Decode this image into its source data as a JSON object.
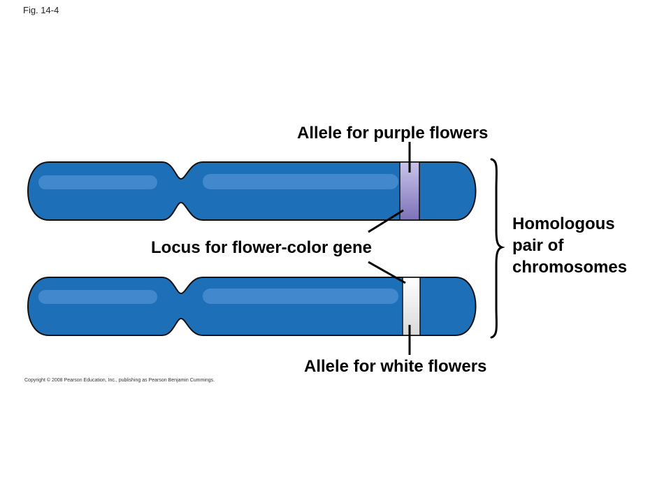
{
  "figure_label": "Fig. 14-4",
  "labels": {
    "purple_allele": "Allele for purple flowers",
    "locus": "Locus for flower-color gene",
    "white_allele": "Allele for white flowers",
    "homologous_line1": "Homologous",
    "homologous_line2": "pair of",
    "homologous_line3": "chromosomes"
  },
  "copyright": "Copyright © 2008 Pearson Education, Inc., publishing as Pearson Benjamin Cummings.",
  "colors": {
    "chromosome": "#1d70b8",
    "chromosome_highlight": "#5f9fdc",
    "purple_band": "#9a92cc",
    "white_band": "#f2f2f2",
    "outline": "#111111"
  }
}
